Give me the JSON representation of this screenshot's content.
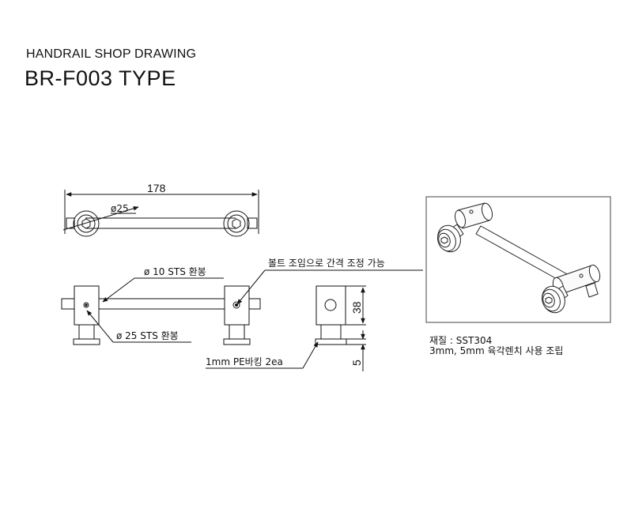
{
  "header": {
    "subtitle": "HANDRAIL SHOP DRAWING",
    "title": "BR-F003 TYPE"
  },
  "dimensions": {
    "overall_length": "178",
    "disc_diameter": "ø25",
    "block_height": "38",
    "pad_thickness": "5"
  },
  "callouts": {
    "rod": "ø 10 STS 환봉",
    "bolt": "볼트 조임으로 간격 조정 가능",
    "block": "ø 25 STS 환봉",
    "packing": "1mm PE바킹 2ea"
  },
  "material": {
    "line1": "재질 : SST304",
    "line2": "3mm, 5mm 육각렌치 사용 조립"
  }
}
